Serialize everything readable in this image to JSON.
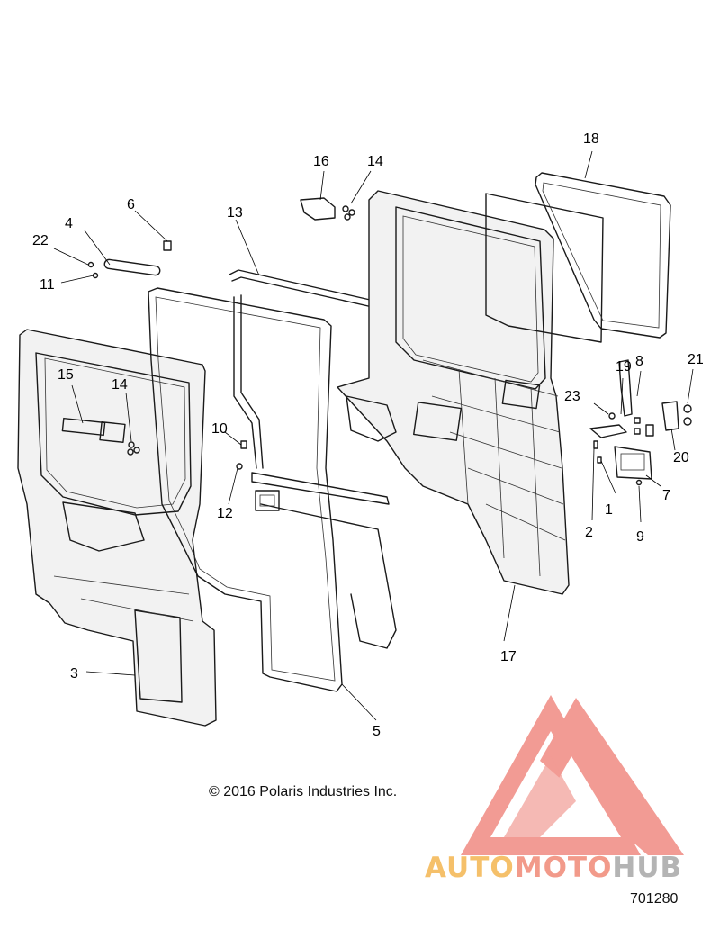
{
  "diagram": {
    "copyright": "© 2016 Polaris Industries Inc.",
    "drawing_number": "701280",
    "callouts": [
      "1",
      "2",
      "3",
      "4",
      "5",
      "6",
      "7",
      "8",
      "9",
      "10",
      "11",
      "12",
      "13",
      "14",
      "14",
      "15",
      "16",
      "17",
      "18",
      "19",
      "20",
      "21",
      "22",
      "23"
    ]
  },
  "watermark": {
    "part1": "AUTO",
    "part2": "MOTO",
    "part3": "HUB",
    "colors": {
      "gold": "#f5c06a",
      "salmon": "#f29a8a",
      "grey": "#b4b4b4",
      "logo": "#f08a82"
    }
  }
}
